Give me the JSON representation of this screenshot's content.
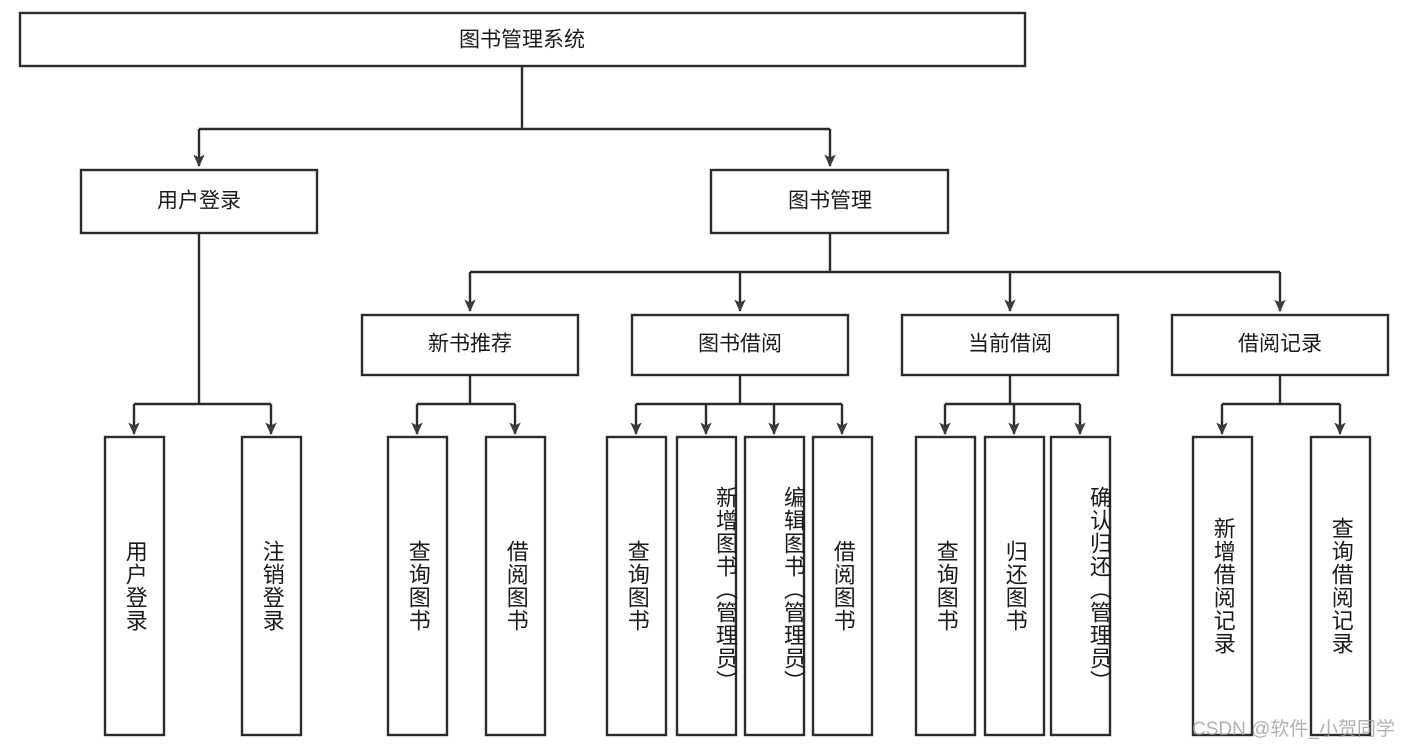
{
  "diagram": {
    "type": "tree-hierarchy",
    "title": "图书管理系统",
    "orientation": "top-down",
    "colors": {
      "box_stroke": "#2b2b2b",
      "box_fill": "#ffffff",
      "connector": "#2b2b2b",
      "text": "#1a1a1a",
      "watermark": "#9b9b9b",
      "background": "#ffffff"
    },
    "root": {
      "label": "图书管理系统"
    },
    "level2": [
      {
        "label": "用户登录"
      },
      {
        "label": "图书管理"
      }
    ],
    "level3": [
      {
        "label": "新书推荐"
      },
      {
        "label": "图书借阅"
      },
      {
        "label": "当前借阅"
      },
      {
        "label": "借阅记录"
      }
    ],
    "leaves": {
      "user_login": [
        {
          "label": "用户登录"
        },
        {
          "label": "注销登录"
        }
      ],
      "new_book_recommend": [
        {
          "label": "查询图书"
        },
        {
          "label": "借阅图书"
        }
      ],
      "book_borrow": [
        {
          "label": "查询图书"
        },
        {
          "label": "新增图书（管理员）"
        },
        {
          "label": "编辑图书（管理员）"
        },
        {
          "label": "借阅图书"
        }
      ],
      "current_borrow": [
        {
          "label": "查询图书"
        },
        {
          "label": "归还图书"
        },
        {
          "label": "确认归还（管理员）"
        }
      ],
      "borrow_record": [
        {
          "label": "新增借阅记录"
        },
        {
          "label": "查询借阅记录"
        }
      ]
    }
  },
  "watermark": {
    "text": "CSDN @软件_小贺同学"
  }
}
